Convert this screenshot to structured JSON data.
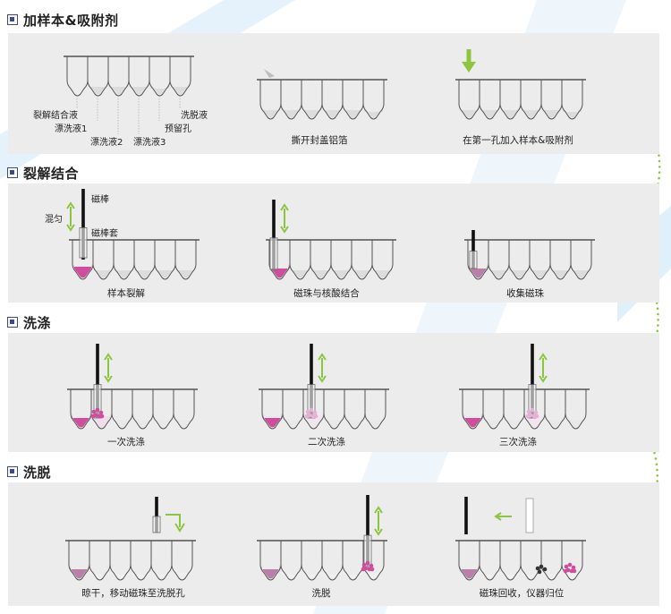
{
  "sections": [
    {
      "title": "加样本&吸附剂",
      "captions": [
        "撕开封盖铝箔",
        "在第一孔加入样本&吸附剂"
      ],
      "well_labels": [
        "裂解结合液",
        "漂洗液1",
        "漂洗液2",
        "漂洗液3",
        "预留孔",
        "洗脱液"
      ]
    },
    {
      "title": "裂解结合",
      "captions": [
        "样本裂解",
        "磁珠与核酸结合",
        "收集磁珠"
      ],
      "rod_labels": [
        "混匀",
        "磁棒",
        "磁棒套"
      ]
    },
    {
      "title": "洗涤",
      "captions": [
        "一次洗涤",
        "二次洗涤",
        "三次洗涤"
      ]
    },
    {
      "title": "洗脱",
      "captions": [
        "晾干，移动磁珠至洗脱孔",
        "洗脱",
        "磁珠回收，仪器归位"
      ]
    }
  ],
  "colors": {
    "panel": "#ececec",
    "section_icon": "#3b4a8c",
    "sample": "#d04d9e",
    "sample_light": "#e9b0d5",
    "wash_pale": "#d5c4d0",
    "arrow_green": "#8cc63f",
    "rod": "#111111",
    "well_outline": "#555555",
    "dots": "#8cc63f"
  }
}
